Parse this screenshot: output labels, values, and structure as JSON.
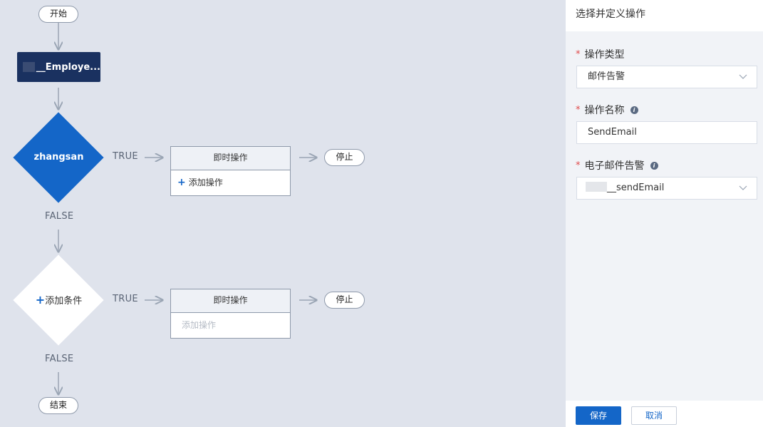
{
  "flow": {
    "start_label": "开始",
    "source_node_label": "__Employe...",
    "condition1_label": "zhangsan",
    "condition2_label": "添加条件",
    "true_label": "TRUE",
    "false_label": "FALSE",
    "action_header": "即时操作",
    "add_action_label": "添加操作",
    "stop_label": "停止",
    "end_label": "结束"
  },
  "panel": {
    "title": "选择并定义操作",
    "operation_type": {
      "label": "操作类型",
      "value": "邮件告警"
    },
    "operation_name": {
      "label": "操作名称",
      "value": "SendEmail"
    },
    "email_alert": {
      "label": "电子邮件告警",
      "value": "__sendEmail"
    },
    "save_label": "保存",
    "cancel_label": "取消"
  },
  "colors": {
    "canvas_bg": "#dfe3ec",
    "primary": "#1466c8",
    "source_node": "#1a3160",
    "connector": "#9aa5b4",
    "required": "#e04a4a"
  }
}
